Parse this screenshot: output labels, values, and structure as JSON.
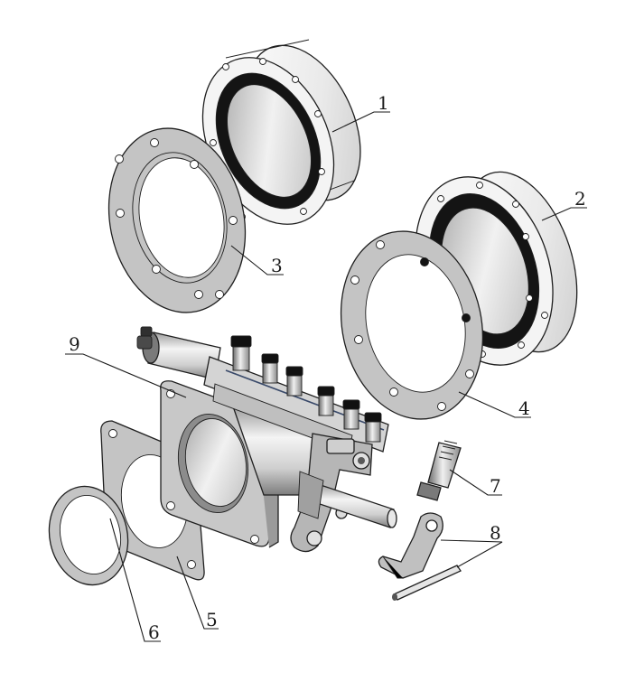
{
  "callouts": [
    {
      "id": "1",
      "label": "1"
    },
    {
      "id": "2",
      "label": "2"
    },
    {
      "id": "3",
      "label": "3"
    },
    {
      "id": "4",
      "label": "4"
    },
    {
      "id": "5",
      "label": "5"
    },
    {
      "id": "6",
      "label": "6"
    },
    {
      "id": "7",
      "label": "7"
    },
    {
      "id": "8",
      "label": "8"
    },
    {
      "id": "9",
      "label": "9"
    }
  ],
  "colors": {
    "plate": "#c4c4c4",
    "plate_light": "#dedede",
    "ring_face": "#f2f2f2",
    "seal": "#141414",
    "line": "#1f1f1f",
    "background": "#ffffff"
  }
}
